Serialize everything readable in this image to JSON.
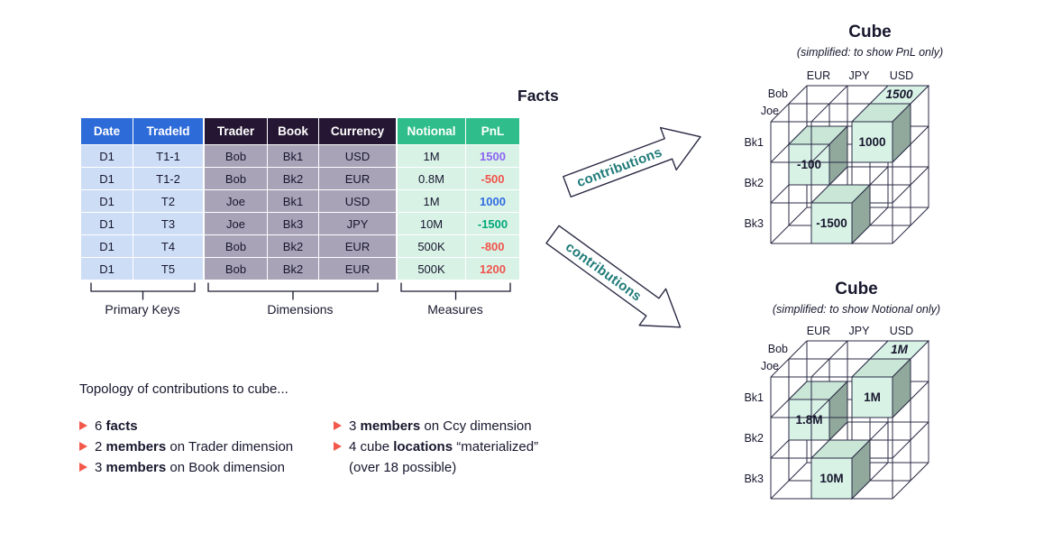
{
  "facts": {
    "title": "Facts",
    "headers": {
      "date": "Date",
      "trade_id": "TradeId",
      "trader": "Trader",
      "book": "Book",
      "currency": "Currency",
      "notional": "Notional",
      "pnl": "PnL"
    },
    "rows": [
      {
        "date": "D1",
        "trade_id": "T1-1",
        "trader": "Bob",
        "book": "Bk1",
        "currency": "USD",
        "notional": "1M",
        "pnl": "1500",
        "pnl_color": "#8c63f2"
      },
      {
        "date": "D1",
        "trade_id": "T1-2",
        "trader": "Bob",
        "book": "Bk2",
        "currency": "EUR",
        "notional": "0.8M",
        "pnl": "-500",
        "pnl_color": "#f0544c"
      },
      {
        "date": "D1",
        "trade_id": "T2",
        "trader": "Joe",
        "book": "Bk1",
        "currency": "USD",
        "notional": "1M",
        "pnl": "1000",
        "pnl_color": "#2f6de0"
      },
      {
        "date": "D1",
        "trade_id": "T3",
        "trader": "Joe",
        "book": "Bk3",
        "currency": "JPY",
        "notional": "10M",
        "pnl": "-1500",
        "pnl_color": "#00a878"
      },
      {
        "date": "D1",
        "trade_id": "T4",
        "trader": "Bob",
        "book": "Bk2",
        "currency": "EUR",
        "notional": "500K",
        "pnl": "-800",
        "pnl_color": "#f0544c"
      },
      {
        "date": "D1",
        "trade_id": "T5",
        "trader": "Bob",
        "book": "Bk2",
        "currency": "EUR",
        "notional": "500K",
        "pnl": "1200",
        "pnl_color": "#f0544c"
      }
    ],
    "groups": {
      "primary_keys": "Primary Keys",
      "dimensions": "Dimensions",
      "measures": "Measures"
    }
  },
  "arrows": {
    "top_label": "contributions",
    "bottom_label": "contributions"
  },
  "cubes": [
    {
      "title": "Cube",
      "subtitle": "(simplified: to show PnL only)",
      "axis": {
        "currencies": [
          "EUR",
          "JPY",
          "USD"
        ],
        "traders": [
          "Bob",
          "Joe"
        ],
        "books": [
          "Bk1",
          "Bk2",
          "Bk3"
        ]
      },
      "cells": [
        {
          "col": 2,
          "row": 0,
          "layer": 1,
          "face": "top",
          "value": "1500",
          "color": "#8c63f2",
          "italic": true
        },
        {
          "col": 2,
          "row": 0,
          "layer": 0,
          "face": "cube",
          "value": "1000",
          "color": "#2f6de0"
        },
        {
          "col": 0,
          "row": 1,
          "layer": 1,
          "face": "cube",
          "value": "-100",
          "color": "#f0544c"
        },
        {
          "col": 1,
          "row": 2,
          "layer": 0,
          "face": "cube",
          "value": "-1500",
          "color": "#00a878"
        }
      ]
    },
    {
      "title": "Cube",
      "subtitle": "(simplified: to show Notional only)",
      "axis": {
        "currencies": [
          "EUR",
          "JPY",
          "USD"
        ],
        "traders": [
          "Bob",
          "Joe"
        ],
        "books": [
          "Bk1",
          "Bk2",
          "Bk3"
        ]
      },
      "cells": [
        {
          "col": 2,
          "row": 0,
          "layer": 1,
          "face": "top",
          "value": "1M",
          "color": "#8c63f2",
          "italic": true
        },
        {
          "col": 2,
          "row": 0,
          "layer": 0,
          "face": "cube",
          "value": "1M",
          "color": "#2f6de0"
        },
        {
          "col": 0,
          "row": 1,
          "layer": 1,
          "face": "cube",
          "value": "1.8M",
          "color": "#f0544c"
        },
        {
          "col": 1,
          "row": 2,
          "layer": 0,
          "face": "cube",
          "value": "10M",
          "color": "#00a878"
        }
      ]
    }
  ],
  "topology": {
    "heading": "Topology of contributions to cube...",
    "col1": [
      {
        "pre": "6 ",
        "bold": "facts",
        "post": ""
      },
      {
        "pre": "2 ",
        "bold": "members",
        "post": " on Trader dimension"
      },
      {
        "pre": "3 ",
        "bold": "members",
        "post": " on Book dimension"
      }
    ],
    "col2": [
      {
        "pre": "3 ",
        "bold": "members",
        "post": " on Ccy dimension"
      },
      {
        "pre": "4 cube ",
        "bold": "locations",
        "post": " “materialized”"
      }
    ],
    "col2_note": "(over 18 possible)"
  },
  "colors": {
    "ink": "#17172e",
    "teal": "#1e7a78",
    "bullet": "#f2594b",
    "line": "#2b2b45",
    "header_blue": "#2d6bd9",
    "header_dark": "#251733",
    "header_green": "#2fbe8b",
    "cell_blue": "#cdddf6",
    "cell_gray": "#a9a3b8",
    "cell_mint": "#d9f2e6",
    "face_top": "#c9e6d7",
    "face_side": "#90a99c"
  }
}
